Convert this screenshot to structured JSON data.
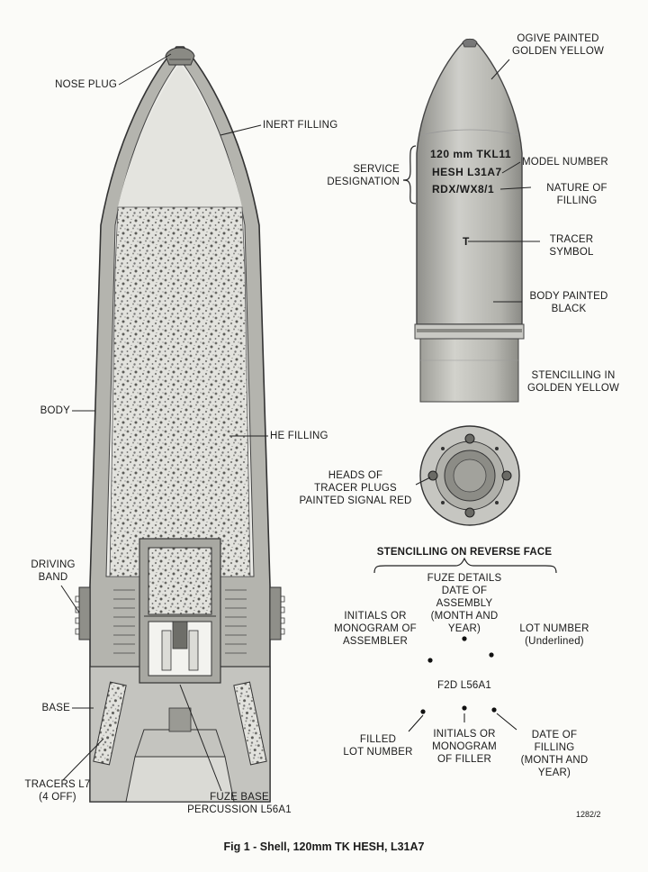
{
  "caption": "Fig 1 - Shell, 120mm TK HESH, L31A7",
  "ref_number": "1282/2",
  "left_labels": {
    "nose_plug": "NOSE PLUG",
    "inert_filling": "INERT FILLING",
    "body": "BODY",
    "he_filling": "HE FILLING",
    "driving_band": "DRIVING\nBAND",
    "base": "BASE",
    "tracers": "TRACERS L7\n(4 OFF)",
    "fuze_base": "FUZE BASE\nPERCUSSION L56A1"
  },
  "right_labels": {
    "ogive": "OGIVE PAINTED\nGOLDEN YELLOW",
    "service_designation": "SERVICE\nDESIGNATION",
    "model_number": "MODEL NUMBER",
    "nature_of_filling": "NATURE OF\nFILLING",
    "tracer_symbol": "TRACER\nSYMBOL",
    "body_painted": "BODY PAINTED\nBLACK",
    "stencilling": "STENCILLING IN\nGOLDEN YELLOW",
    "tracer_heads": "HEADS OF\nTRACER PLUGS\nPAINTED SIGNAL RED"
  },
  "stencil": {
    "line1": "120 mm TKL11",
    "line2": "HESH  L31A7",
    "line3": "RDX/WX8/1",
    "tracer_mark": "T"
  },
  "reverse_face": {
    "title": "STENCILLING ON REVERSE FACE",
    "fuze_details": "FUZE DETAILS",
    "initials_assembler": "INITIALS OR\nMONOGRAM OF\nASSEMBLER",
    "date_assembly": "DATE OF\nASSEMBLY\n(MONTH AND\nYEAR)",
    "lot_number": "LOT NUMBER\n(Underlined)",
    "center_code": "F2D  L56A1",
    "filled_lot": "FILLED\nLOT NUMBER",
    "initials_filler": "INITIALS OR\nMONOGRAM\nOF FILLER",
    "date_filling": "DATE OF\nFILLING\n(MONTH AND\nYEAR)"
  }
}
